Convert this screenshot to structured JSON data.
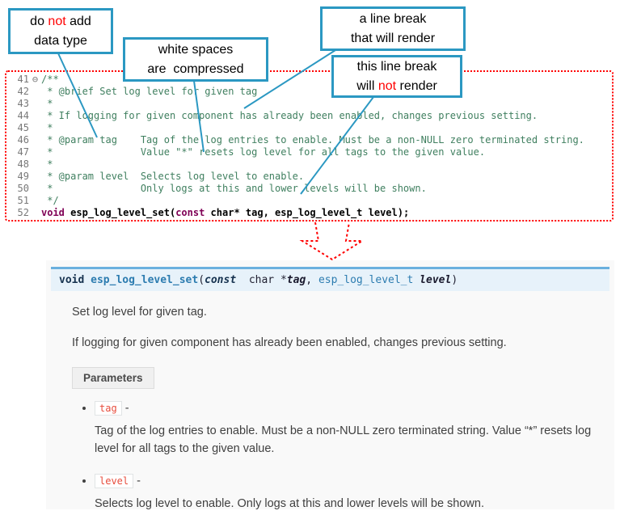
{
  "callouts": {
    "no_datatype": {
      "l1a": "do ",
      "l1b": "not",
      "l1c": " add",
      "l2": "data type"
    },
    "whitespace": {
      "l1": "white spaces",
      "l2": "are  compressed"
    },
    "break_render": {
      "l1": "a line break",
      "l2": "that will render"
    },
    "break_norender": {
      "l1": "this line break",
      "l2a": "will ",
      "l2b": "not",
      "l2c": " render"
    }
  },
  "editor": {
    "lines": [
      {
        "num": "41",
        "fold": "⊖",
        "tokens": [
          {
            "t": "/**",
            "c": "comment"
          }
        ]
      },
      {
        "num": "42",
        "tokens": [
          {
            "t": " * @brief Set log level for given tag",
            "c": "comment"
          }
        ]
      },
      {
        "num": "43",
        "tokens": [
          {
            "t": " *",
            "c": "comment"
          }
        ]
      },
      {
        "num": "44",
        "tokens": [
          {
            "t": " * If logging for given component has already been enabled, changes previous setting.",
            "c": "comment"
          }
        ]
      },
      {
        "num": "45",
        "tokens": [
          {
            "t": " *",
            "c": "comment"
          }
        ]
      },
      {
        "num": "46",
        "tokens": [
          {
            "t": " * @param tag    Tag of the log entries to enable. Must be a non-NULL zero terminated string.",
            "c": "comment"
          }
        ]
      },
      {
        "num": "47",
        "tokens": [
          {
            "t": " *               Value \"*\" resets log level for all tags to the given value.",
            "c": "comment"
          }
        ]
      },
      {
        "num": "48",
        "tokens": [
          {
            "t": " *",
            "c": "comment"
          }
        ]
      },
      {
        "num": "49",
        "tokens": [
          {
            "t": " * @param level  Selects log level to enable.",
            "c": "comment"
          }
        ]
      },
      {
        "num": "50",
        "tokens": [
          {
            "t": " *               Only logs at this and lower levels will be shown.",
            "c": "comment"
          }
        ]
      },
      {
        "num": "51",
        "tokens": [
          {
            "t": " */",
            "c": "comment"
          }
        ]
      },
      {
        "num": "52",
        "tokens": [
          {
            "t": "void",
            "c": "kw"
          },
          {
            "t": " ",
            "c": "b"
          },
          {
            "t": "esp_log_level_set",
            "c": "b"
          },
          {
            "t": "(",
            "c": "b"
          },
          {
            "t": "const",
            "c": "kw"
          },
          {
            "t": " char* tag, esp_log_level_t level);",
            "c": "b"
          }
        ]
      }
    ]
  },
  "doc": {
    "signature": [
      {
        "t": "void",
        "c": "kw"
      },
      {
        "t": " ",
        "c": ""
      },
      {
        "t": "esp_log_level_set",
        "c": "name"
      },
      {
        "t": "(",
        "c": ""
      },
      {
        "t": "const",
        "c": "kwit"
      },
      {
        "t": "  char *",
        "c": ""
      },
      {
        "t": "tag",
        "c": "param"
      },
      {
        "t": ", ",
        "c": ""
      },
      {
        "t": "esp_log_level_t",
        "c": "type"
      },
      {
        "t": " ",
        "c": ""
      },
      {
        "t": "level",
        "c": "param"
      },
      {
        "t": ")",
        "c": ""
      }
    ],
    "para1": "Set log level for given tag.",
    "para2": "If logging for given component has already been enabled, changes previous setting.",
    "params_label": "Parameters",
    "params": [
      {
        "name": "tag",
        "dash": "-",
        "desc": "Tag of the log entries to enable. Must be a non-NULL zero terminated string. Value “*” resets log level for all tags to the given value."
      },
      {
        "name": "level",
        "dash": "-",
        "desc": "Selects log level to enable. Only logs at this and lower levels will be shown."
      }
    ]
  }
}
